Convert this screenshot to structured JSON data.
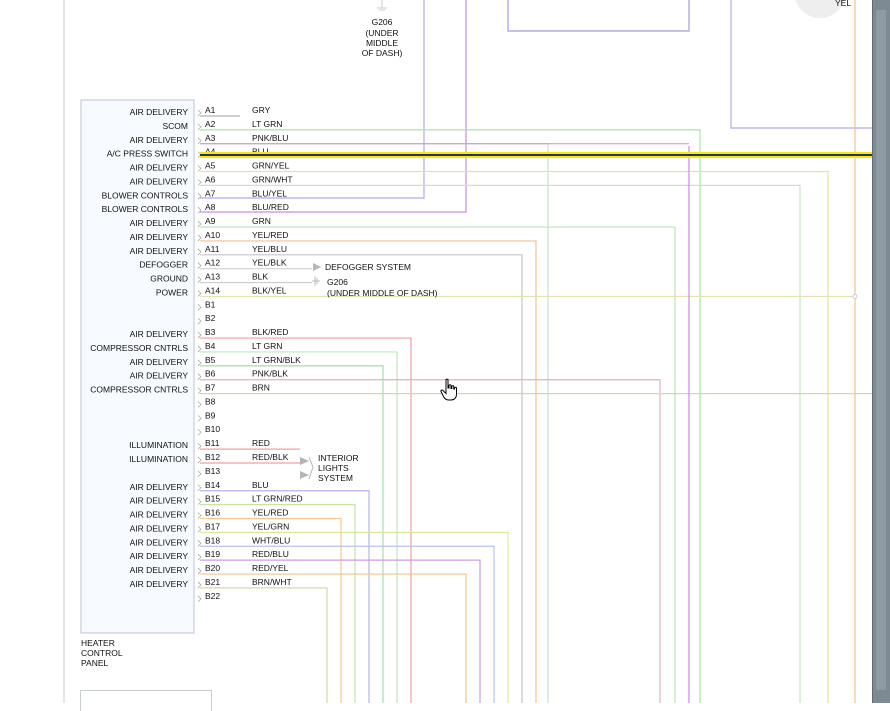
{
  "colors": {
    "highlight_outer": "#f7ea00",
    "highlight_inner": "#23307a",
    "connector_fill": "#f7fafe",
    "connector_border": "#b9c4cf",
    "frame": "#b9c0c7",
    "scrollbar": "#7d8a94"
  },
  "top_ground": {
    "code": "G206",
    "lines": [
      "(UNDER",
      "MIDDLE",
      "OF DASH)"
    ]
  },
  "top_right_text": "YEL",
  "component_label": [
    "HEATER",
    "CONTROL",
    "PANEL"
  ],
  "pins": [
    {
      "pin": "A1",
      "func": "AIR DELIVERY",
      "wire": "GRY",
      "color": "#b5b5b5"
    },
    {
      "pin": "A2",
      "func": "SCOM",
      "wire": "LT GRN",
      "color": "#a6e6a6"
    },
    {
      "pin": "A3",
      "func": "AIR DELIVERY",
      "wire": "PNK/BLU",
      "color": "#c9e3c9"
    },
    {
      "pin": "A4",
      "func": "A/C PRESS SWITCH",
      "wire": "BLU",
      "color": "#23307a"
    },
    {
      "pin": "A5",
      "func": "AIR DELIVERY",
      "wire": "GRN/YEL",
      "color": "#e6e39c"
    },
    {
      "pin": "A6",
      "func": "AIR DELIVERY",
      "wire": "GRN/WHT",
      "color": "#c9e6c0"
    },
    {
      "pin": "A7",
      "func": "BLOWER CONTROLS",
      "wire": "BLU/YEL",
      "color": "#b7a8e6"
    },
    {
      "pin": "A8",
      "func": "BLOWER CONTROLS",
      "wire": "BLU/RED",
      "color": "#c88de0"
    },
    {
      "pin": "A9",
      "func": "AIR DELIVERY",
      "wire": "GRN",
      "color": "#b5e8b5"
    },
    {
      "pin": "A10",
      "func": "AIR DELIVERY",
      "wire": "YEL/RED",
      "color": "#f2c28f"
    },
    {
      "pin": "A11",
      "func": "AIR DELIVERY",
      "wire": "YEL/BLU",
      "color": "#c5c5c5"
    },
    {
      "pin": "A12",
      "func": "DEFOGGER",
      "wire": "YEL/BLK",
      "color": "#d0d0d0"
    },
    {
      "pin": "A13",
      "func": "GROUND",
      "wire": "BLK",
      "color": "#cccccc"
    },
    {
      "pin": "A14",
      "func": "POWER",
      "wire": "BLK/YEL",
      "color": "#e3e3b5"
    },
    {
      "pin": "B1",
      "func": "",
      "wire": "",
      "color": ""
    },
    {
      "pin": "B2",
      "func": "",
      "wire": "",
      "color": ""
    },
    {
      "pin": "B3",
      "func": "AIR DELIVERY",
      "wire": "BLK/RED",
      "color": "#f0a0a0"
    },
    {
      "pin": "B4",
      "func": "COMPRESSOR CNTRLS",
      "wire": "LT GRN",
      "color": "#bde8bd"
    },
    {
      "pin": "B5",
      "func": "AIR DELIVERY",
      "wire": "LT GRN/BLK",
      "color": "#a9dca9"
    },
    {
      "pin": "B6",
      "func": "AIR DELIVERY",
      "wire": "PNK/BLK",
      "color": "#d9b4c8"
    },
    {
      "pin": "B7",
      "func": "COMPRESSOR CNTRLS",
      "wire": "BRN",
      "color": "#d6d6a8"
    },
    {
      "pin": "B8",
      "func": "",
      "wire": "",
      "color": ""
    },
    {
      "pin": "B9",
      "func": "",
      "wire": "",
      "color": ""
    },
    {
      "pin": "B10",
      "func": "",
      "wire": "",
      "color": ""
    },
    {
      "pin": "B11",
      "func": "ILLUMINATION",
      "wire": "RED",
      "color": "#f0a0a0"
    },
    {
      "pin": "B12",
      "func": "ILLUMINATION",
      "wire": "RED/BLK",
      "color": "#f0a0a0"
    },
    {
      "pin": "B13",
      "func": "",
      "wire": "",
      "color": ""
    },
    {
      "pin": "B14",
      "func": "AIR DELIVERY",
      "wire": "BLU",
      "color": "#b4b4ee"
    },
    {
      "pin": "B15",
      "func": "AIR DELIVERY",
      "wire": "LT GRN/RED",
      "color": "#c5e5a8"
    },
    {
      "pin": "B16",
      "func": "AIR DELIVERY",
      "wire": "YEL/RED",
      "color": "#f5c890"
    },
    {
      "pin": "B17",
      "func": "AIR DELIVERY",
      "wire": "YEL/GRN",
      "color": "#dbe9a0"
    },
    {
      "pin": "B18",
      "func": "AIR DELIVERY",
      "wire": "WHT/BLU",
      "color": "#b9c3ee"
    },
    {
      "pin": "B19",
      "func": "AIR DELIVERY",
      "wire": "RED/BLU",
      "color": "#c8a0dc"
    },
    {
      "pin": "B20",
      "func": "AIR DELIVERY",
      "wire": "RED/YEL",
      "color": "#f5c290"
    },
    {
      "pin": "B21",
      "func": "AIR DELIVERY",
      "wire": "BRN/WHT",
      "color": "#d5d5a5"
    },
    {
      "pin": "B22",
      "func": "",
      "wire": "",
      "color": ""
    }
  ],
  "destinations": {
    "defogger": "DEFOGGER SYSTEM",
    "ground_code": "G206",
    "ground_desc": "(UNDER MIDDLE OF DASH)",
    "interior_lights": [
      "INTERIOR",
      "LIGHTS",
      "SYSTEM"
    ]
  }
}
